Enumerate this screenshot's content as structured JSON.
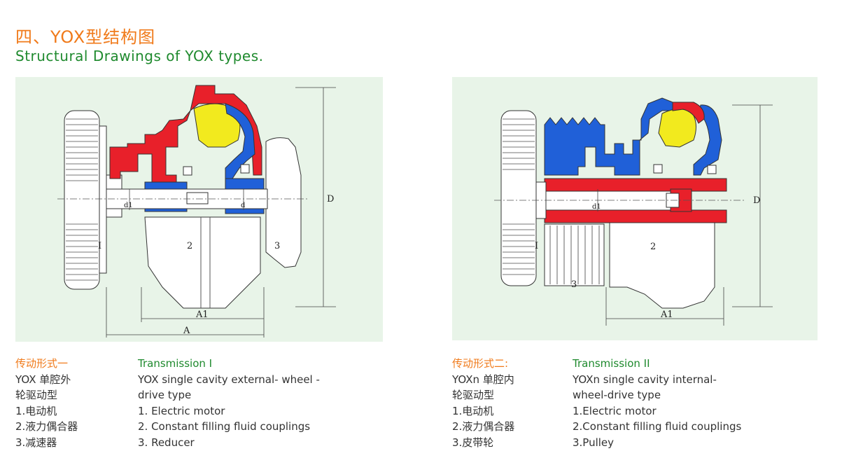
{
  "title": {
    "cn": "四、YOX型结构图",
    "en": "Structural Drawings of YOX types."
  },
  "diagrams": [
    {
      "labels": {
        "part1": "I",
        "part2": "2",
        "part3": "3",
        "d": "D",
        "a1": "A1",
        "a": "A",
        "d1": "d1",
        "d2": "d"
      }
    },
    {
      "labels": {
        "part1": "I",
        "part2": "2",
        "part3": "3",
        "d": "D",
        "a1": "A1",
        "d1": "d1"
      }
    }
  ],
  "captions": [
    {
      "heading_cn": "传动形式一",
      "lines_cn": [
        "YOX 单腔外",
        "轮驱动型",
        "1.电动机",
        "2.液力偶合器",
        "3.减速器"
      ],
      "heading_en": "Transmission  I",
      "lines_en": [
        "YOX single cavity external- wheel -",
        "drive type",
        "1. Electric motor",
        "2. Constant filling fluid couplings",
        "3. Reducer"
      ]
    },
    {
      "heading_cn": "传动形式二:",
      "lines_cn": [
        "YOXn 单腔内",
        "轮驱动型",
        "1.电动机",
        "2.液力偶合器",
        "3.皮带轮"
      ],
      "heading_en": "Transmission  II",
      "lines_en": [
        "YOXn single cavity internal-",
        "wheel-drive type",
        "1.Electric motor",
        "2.Constant filling fluid couplings",
        "3.Pulley"
      ]
    }
  ],
  "colors": {
    "title_cn": "#f07a1a",
    "title_en": "#1f8a2e",
    "panel_bg": "#e8f4e8",
    "housing_red": "#e8202a",
    "inner_blue": "#2060d8",
    "fluid_yellow": "#f2ea1e",
    "metal_white": "#ffffff"
  }
}
